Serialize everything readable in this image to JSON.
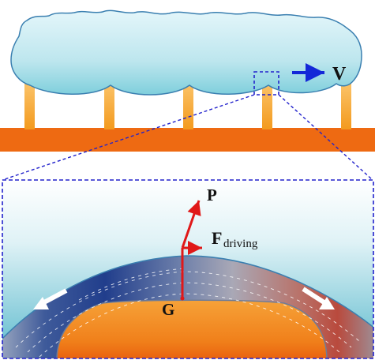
{
  "labels": {
    "velocity": "V",
    "point_p": "P",
    "force_main": "F",
    "force_sub": "driving",
    "point_g": "G"
  },
  "colors": {
    "droplet_fill": "#bfe6ee",
    "droplet_stroke": "#3a7fb0",
    "pillar": "#f4a020",
    "substrate": "#ee6a12",
    "inset_border": "#2222cc",
    "velocity_arrow": "#1428d8",
    "force_arrows": "#e01818",
    "film_flow_arrows": "#ffffff"
  },
  "icons": {
    "velocity": "right-arrow-icon",
    "flow_left": "down-left-arrow-icon",
    "flow_right": "down-right-arrow-icon"
  }
}
